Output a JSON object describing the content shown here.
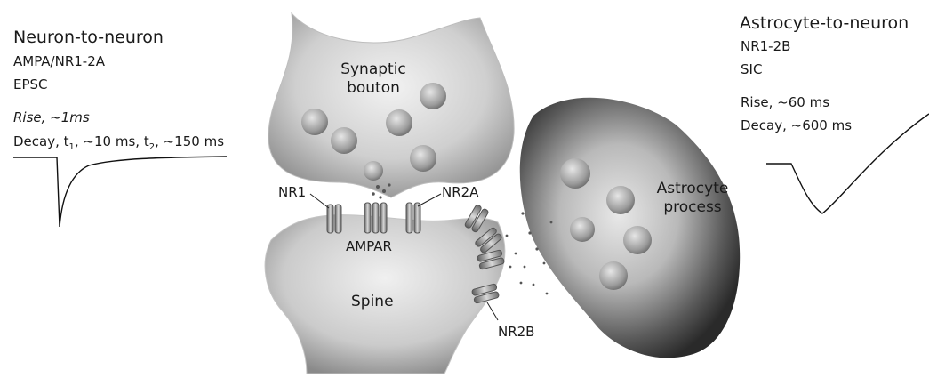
{
  "left_panel": {
    "title": "Neuron-to-neuron",
    "receptors": "AMPA/NR1-2A",
    "current": "EPSC",
    "rise": "Rise, ~1ms",
    "decay_prefix": "Decay, t",
    "decay_t1_sub": "1",
    "decay_mid": ", ~10 ms, t",
    "decay_t2_sub": "2",
    "decay_suffix": ", ~150 ms"
  },
  "right_panel": {
    "title": "Astrocyte-to-neuron",
    "receptors": "NR1-2B",
    "current": "SIC",
    "rise": "Rise, ~60 ms",
    "decay": "Decay, ~600 ms"
  },
  "labels": {
    "bouton_line1": "Synaptic",
    "bouton_line2": "bouton",
    "astro_line1": "Astrocyte",
    "astro_line2": "process",
    "nr1": "NR1",
    "nr2a": "NR2A",
    "ampar": "AMPAR",
    "spine": "Spine",
    "nr2b": "NR2B"
  },
  "colors": {
    "trace": "#111111",
    "membrane_light": "#d8d8d8",
    "membrane_dark": "#3a3a3a",
    "vesicle": "#9a9a9a",
    "receptor": "#8c8c8c"
  }
}
